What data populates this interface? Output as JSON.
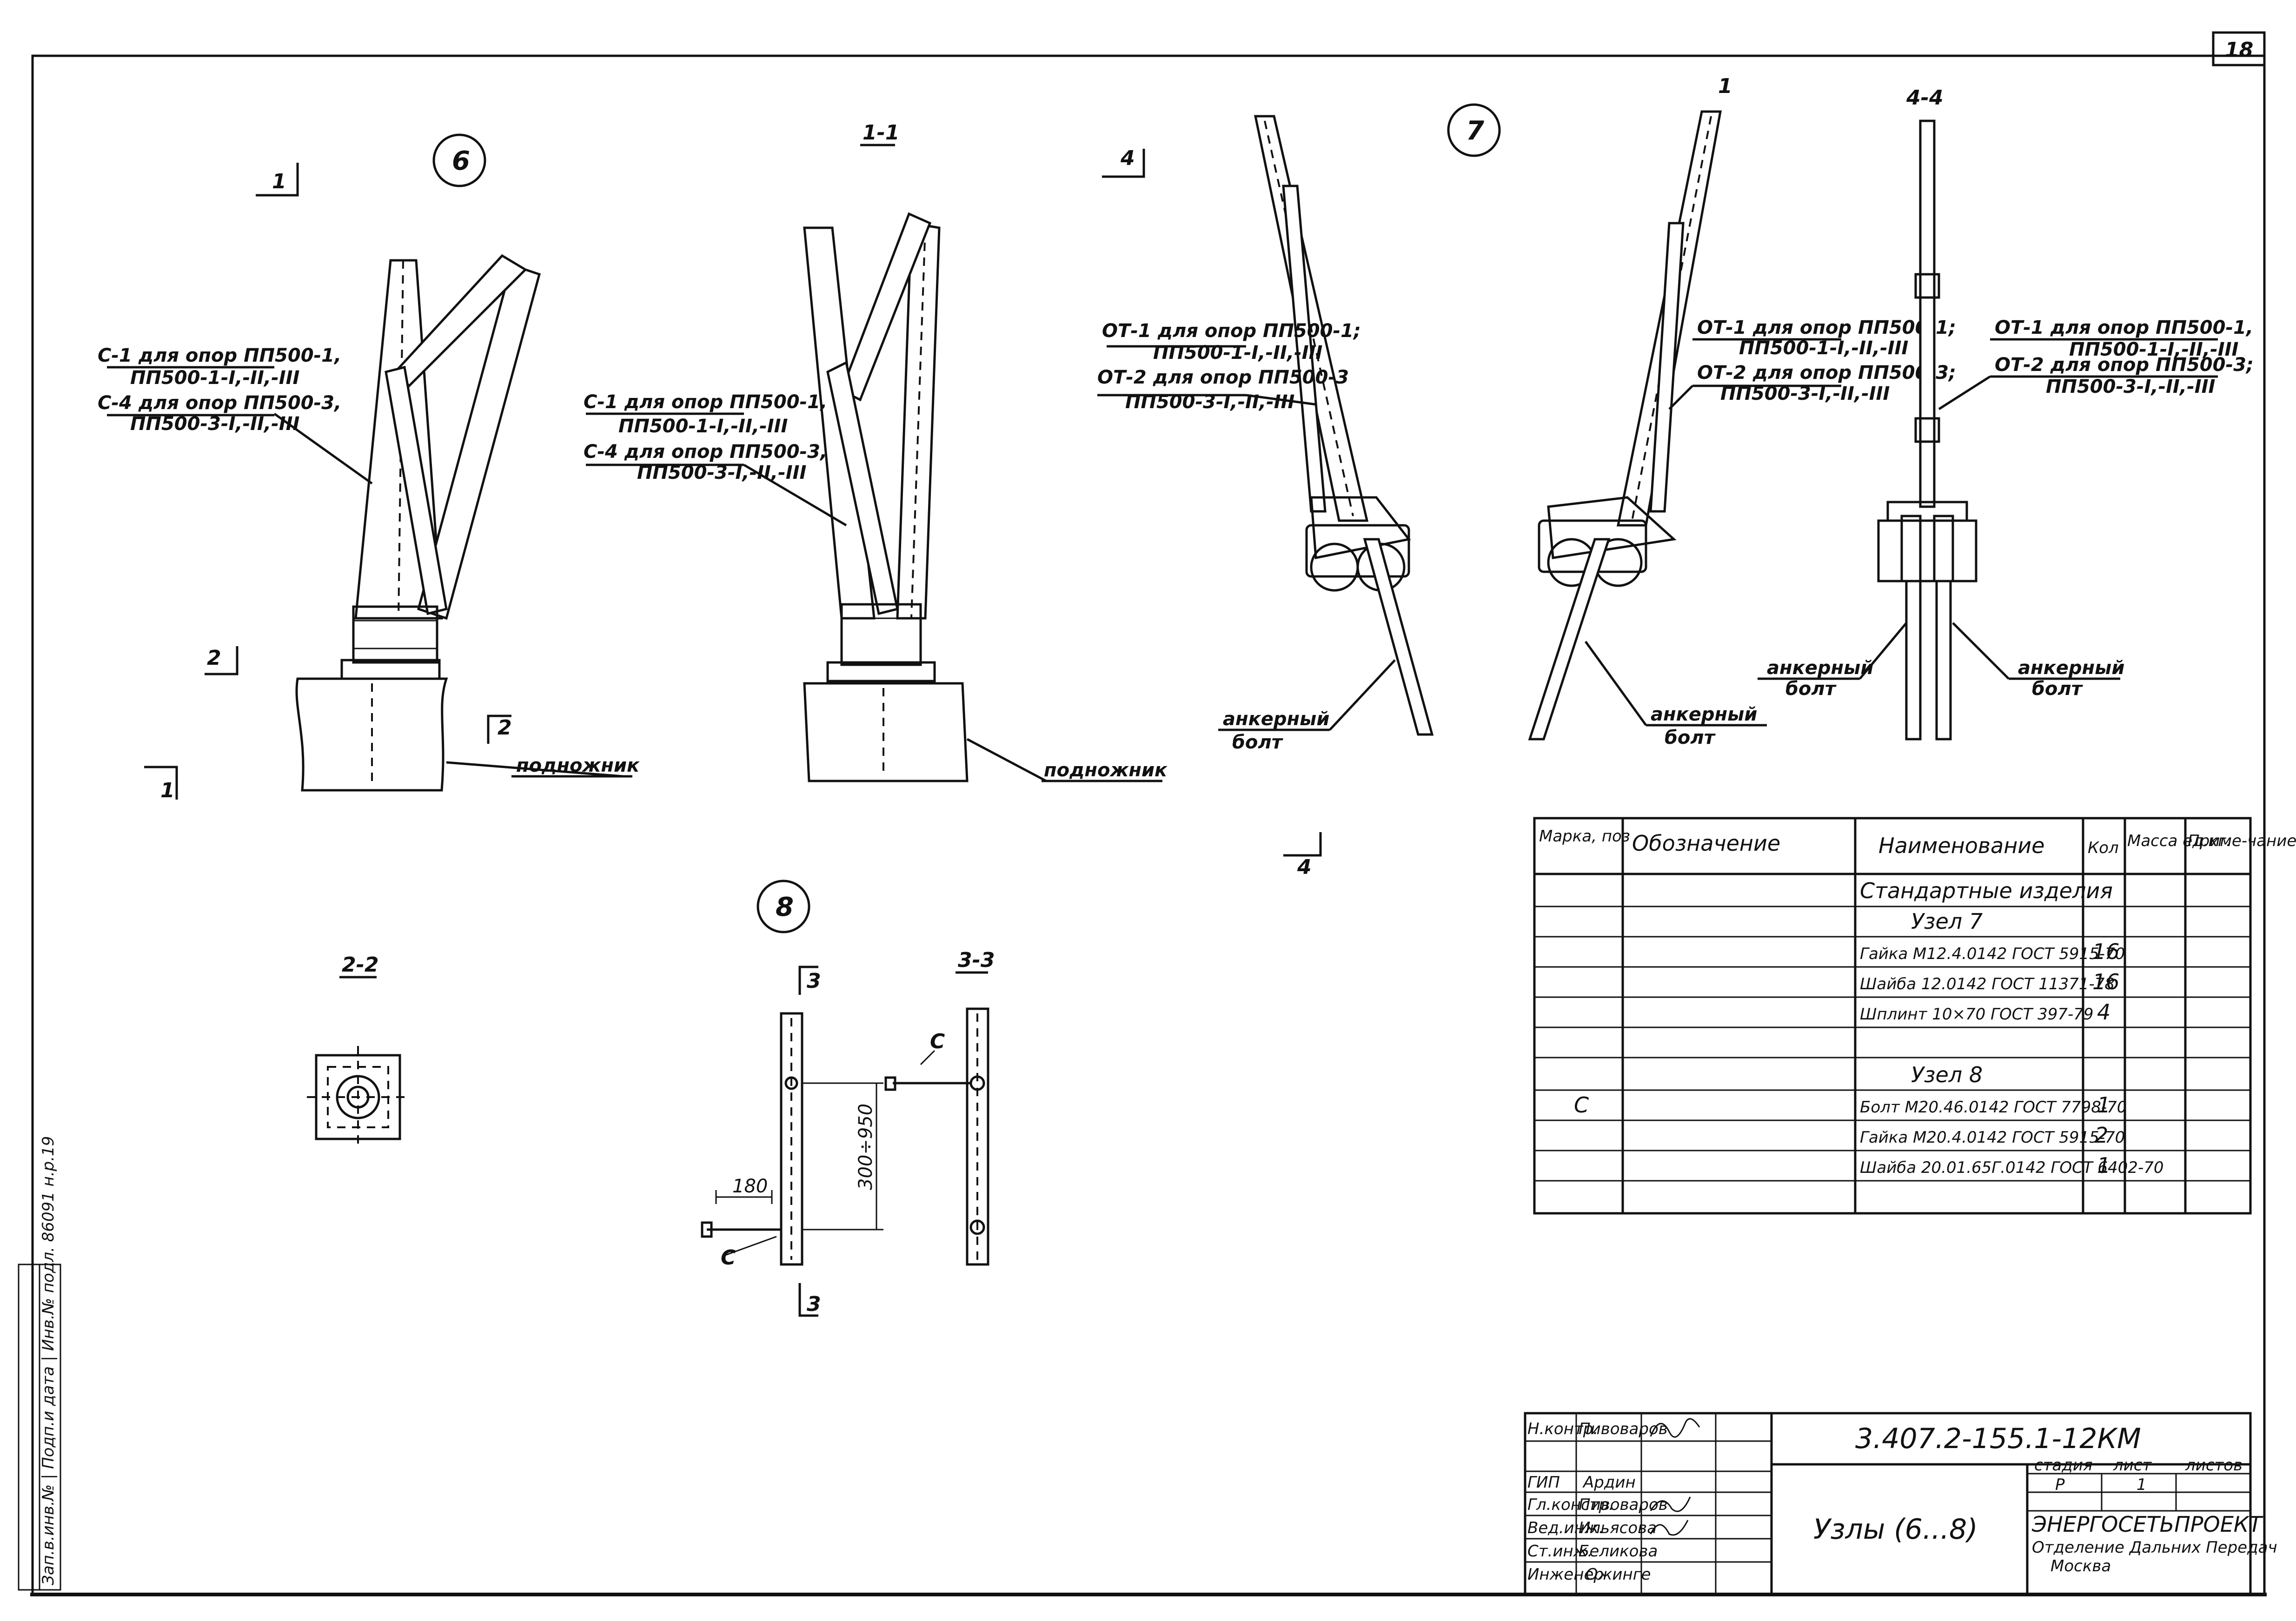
{
  "sheet": {
    "page_number": "18",
    "side_stamp": "Зап.в.инв.№ | Подп.и дата | Инв.№ подл. 86091 н.р.19"
  },
  "node6": {
    "number": "6",
    "section_top": "1",
    "section_left": "2",
    "section_right": "2",
    "section_bottom": "1",
    "callout_line1": "С-1 для опор ПП500-1,",
    "callout_line2": "ПП500-1-I,-II,-III",
    "callout_line3": "С-4 для опор ПП500-3,",
    "callout_line4": "ПП500-3-I,-II,-III",
    "foundation_label": "подножник"
  },
  "section11": {
    "title": "1-1",
    "callout_line1": "С-1 для опор ПП500-1,",
    "callout_line2": "ПП500-1-I,-II,-III",
    "callout_line3": "С-4 для опор ПП500-3,",
    "callout_line4": "ПП500-3-I,-II,-III",
    "foundation_label": "подножник"
  },
  "node7": {
    "number": "7",
    "section_top": "4",
    "section_bottom": "4",
    "left_callout_line1": "ОТ-1 для опор ПП500-1;",
    "left_callout_line2": "ПП500-1-I,-II,-III",
    "left_callout_line3": "ОТ-2 для опор ПП500-3",
    "left_callout_line4": "ПП500-3-I,-II,-III",
    "left_bolt_label1": "анкерный",
    "left_bolt_label2": "болт",
    "right_section_mark": "1",
    "right_callout_line1": "ОТ-1 для опор ПП500-1;",
    "right_callout_line2": "ПП500-1-I,-II,-III",
    "right_callout_line3": "ОТ-2 для опор ПП500-3;",
    "right_callout_line4": "ПП500-3-I,-II,-III",
    "right_bolt_label1": "анкерный",
    "right_bolt_label2": "болт"
  },
  "section44": {
    "title": "4-4",
    "callout_line1": "ОТ-1 для опор ПП500-1,",
    "callout_line2": "ПП500-1-I,-II,-III",
    "callout_line3": "ОТ-2 для опор ПП500-3;",
    "callout_line4": "ПП500-3-I,-II,-III",
    "bolt_left1": "анкерный",
    "bolt_left2": "болт",
    "bolt_right1": "анкерный",
    "bolt_right2": "болт"
  },
  "section22": {
    "title": "2-2"
  },
  "node8": {
    "number": "8",
    "section_mark_top": "3",
    "section_mark_bottom": "3",
    "dim_vertical": "300÷950",
    "dim_horizontal": "180",
    "bolt_label_left": "С",
    "bolt_label_right": "С",
    "section_title": "3-3"
  },
  "spec_table": {
    "headers": [
      "Марка, поз",
      "Обозначение",
      "Наименование",
      "Кол",
      "Масса ед.кг.",
      "Приме-чание"
    ],
    "rows": [
      {
        "mark": "",
        "name": "Стандартные изделия",
        "qty": ""
      },
      {
        "mark": "",
        "name": "Узел 7",
        "qty": ""
      },
      {
        "mark": "",
        "name": "Гайка М12.4.0142 ГОСТ 5915-70",
        "qty": "16"
      },
      {
        "mark": "",
        "name": "Шайба 12.0142 ГОСТ 11371-78",
        "qty": "16"
      },
      {
        "mark": "",
        "name": "Шплинт 10×70 ГОСТ 397-79",
        "qty": "4"
      },
      {
        "mark": "",
        "name": "",
        "qty": ""
      },
      {
        "mark": "",
        "name": "Узел 8",
        "qty": ""
      },
      {
        "mark": "С",
        "name": "Болт М20.46.0142 ГОСТ 7798-70",
        "qty": "1"
      },
      {
        "mark": "",
        "name": "Гайка М20.4.0142 ГОСТ 5915-70",
        "qty": "2"
      },
      {
        "mark": "",
        "name": "Шайба 20.01.65Г.0142 ГОСТ 6402-70",
        "qty": "1"
      },
      {
        "mark": "",
        "name": "",
        "qty": ""
      }
    ]
  },
  "title_block": {
    "roles": [
      "Н.контр.",
      "ГИП",
      "Гл.констр.",
      "Вед.инж.",
      "Ст.инж.",
      "Инженер"
    ],
    "names": [
      "Пивоваров",
      "Ардин",
      "Пивоваров",
      "Ильясова",
      "Беликова",
      "Ожинге"
    ],
    "doc_number": "3.407.2-155.1-12КМ",
    "sheet_title": "Узлы (6...8)",
    "col_stage": "стадия",
    "col_sheet": "лист",
    "col_sheets": "листов",
    "stage": "Р",
    "sheet_no": "1",
    "org_line1": "ЭНЕРГОСЕТЬПРОЕКТ",
    "org_line2": "Отделение Дальних Передач",
    "org_line3": "Москва"
  }
}
